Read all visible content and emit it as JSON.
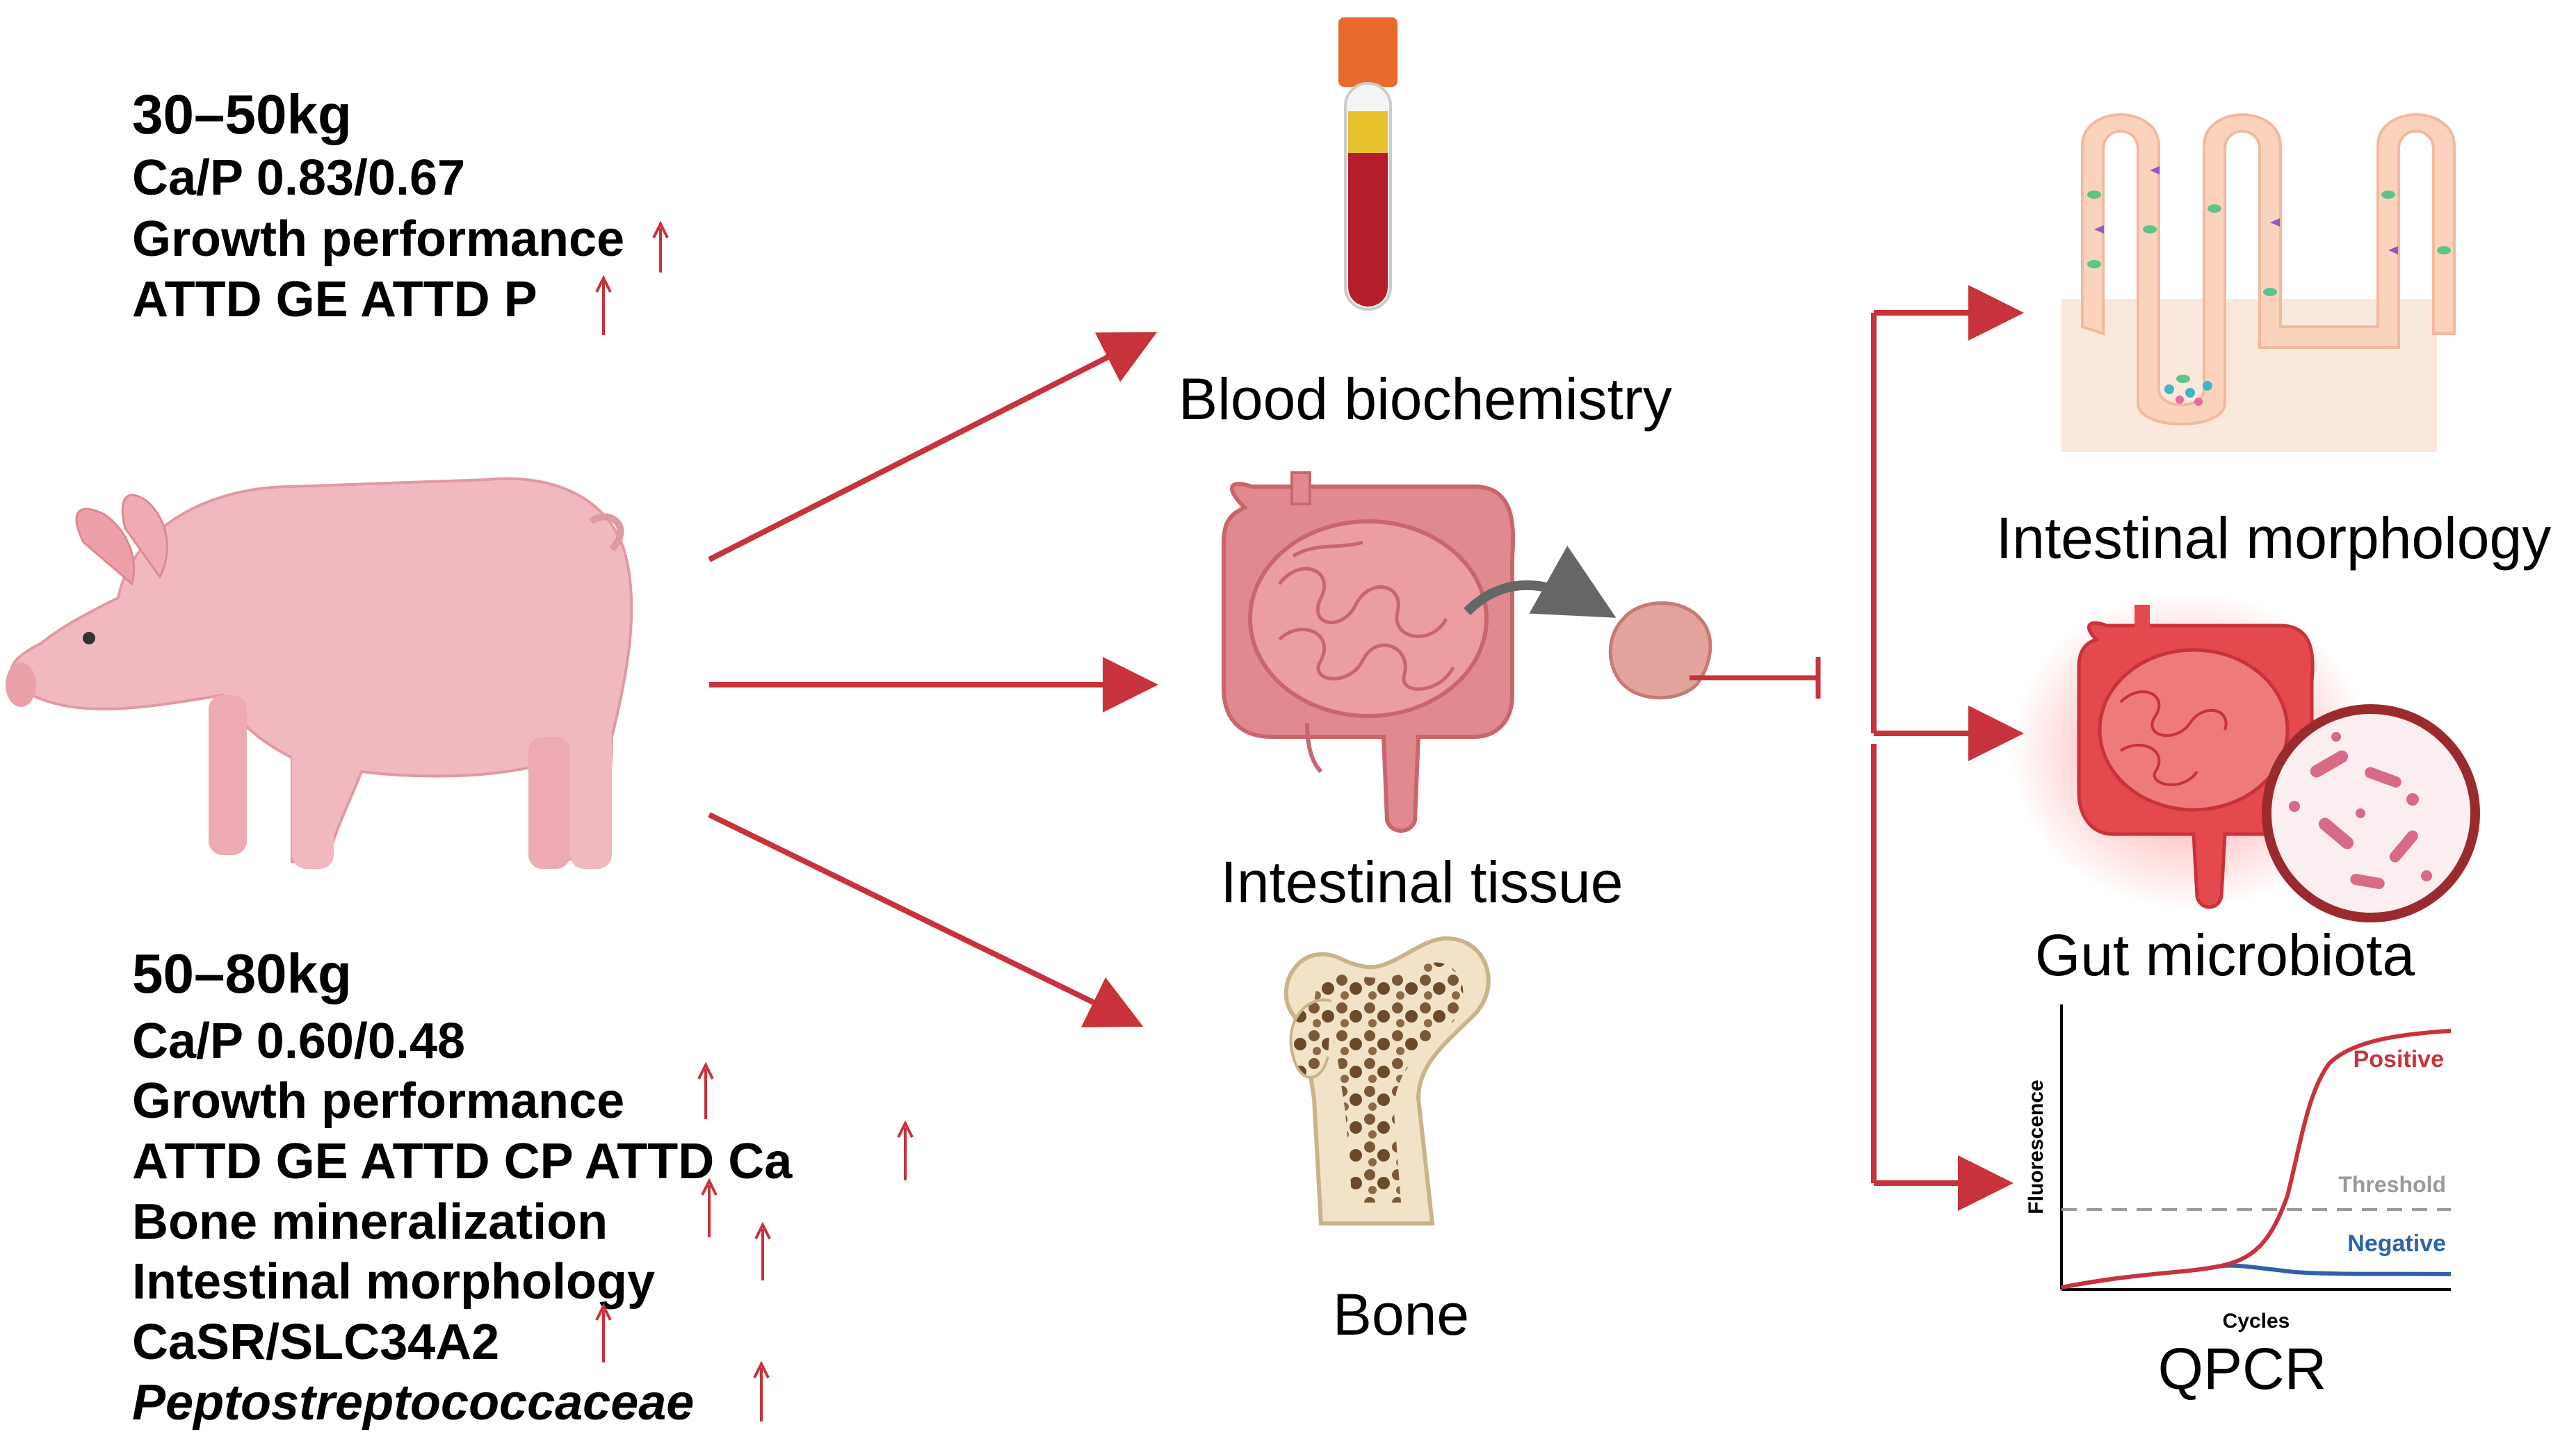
{
  "colors": {
    "arrow": "#c8323a",
    "pig": "#f2b8bf",
    "intestine": "#e08a8f",
    "blood": "#b51d2a",
    "bone": "#8b6a4a",
    "positive": "#c8323a",
    "negative": "#2d62ab",
    "threshold": "#9a9a9a"
  },
  "phase1": {
    "weight": "30–50kg",
    "capratio": "Ca/P 0.83/0.67",
    "line1": "Growth performance",
    "line2": "ATTD GE  ATTD P"
  },
  "phase2": {
    "weight": "50–80kg",
    "capratio": "Ca/P 0.60/0.48",
    "line1": "Growth performance",
    "line2": "ATTD GE  ATTD CP  ATTD Ca",
    "line3": "Bone mineralization",
    "line4": "Intestinal morphology",
    "line5": "CaSR/SLC34A2",
    "line6": "Peptostreptococcaceae"
  },
  "center": {
    "blood": "Blood biochemistry",
    "intestine": "Intestinal tissue",
    "bone": "Bone"
  },
  "right": {
    "morphology": "Intestinal morphology",
    "microbiota": "Gut microbiota",
    "qpcr": "QPCR"
  },
  "qpcr_chart": {
    "ylabel": "Fluorescence",
    "xlabel": "Cycles",
    "positive": "Positive",
    "threshold": "Threshold",
    "negative": "Negative"
  },
  "icons": [
    "pig-icon",
    "blood-tube-icon",
    "intestine-icon",
    "bone-icon",
    "villi-icon",
    "microbiota-icon",
    "qpcr-chart-icon",
    "up-arrow-icon"
  ]
}
